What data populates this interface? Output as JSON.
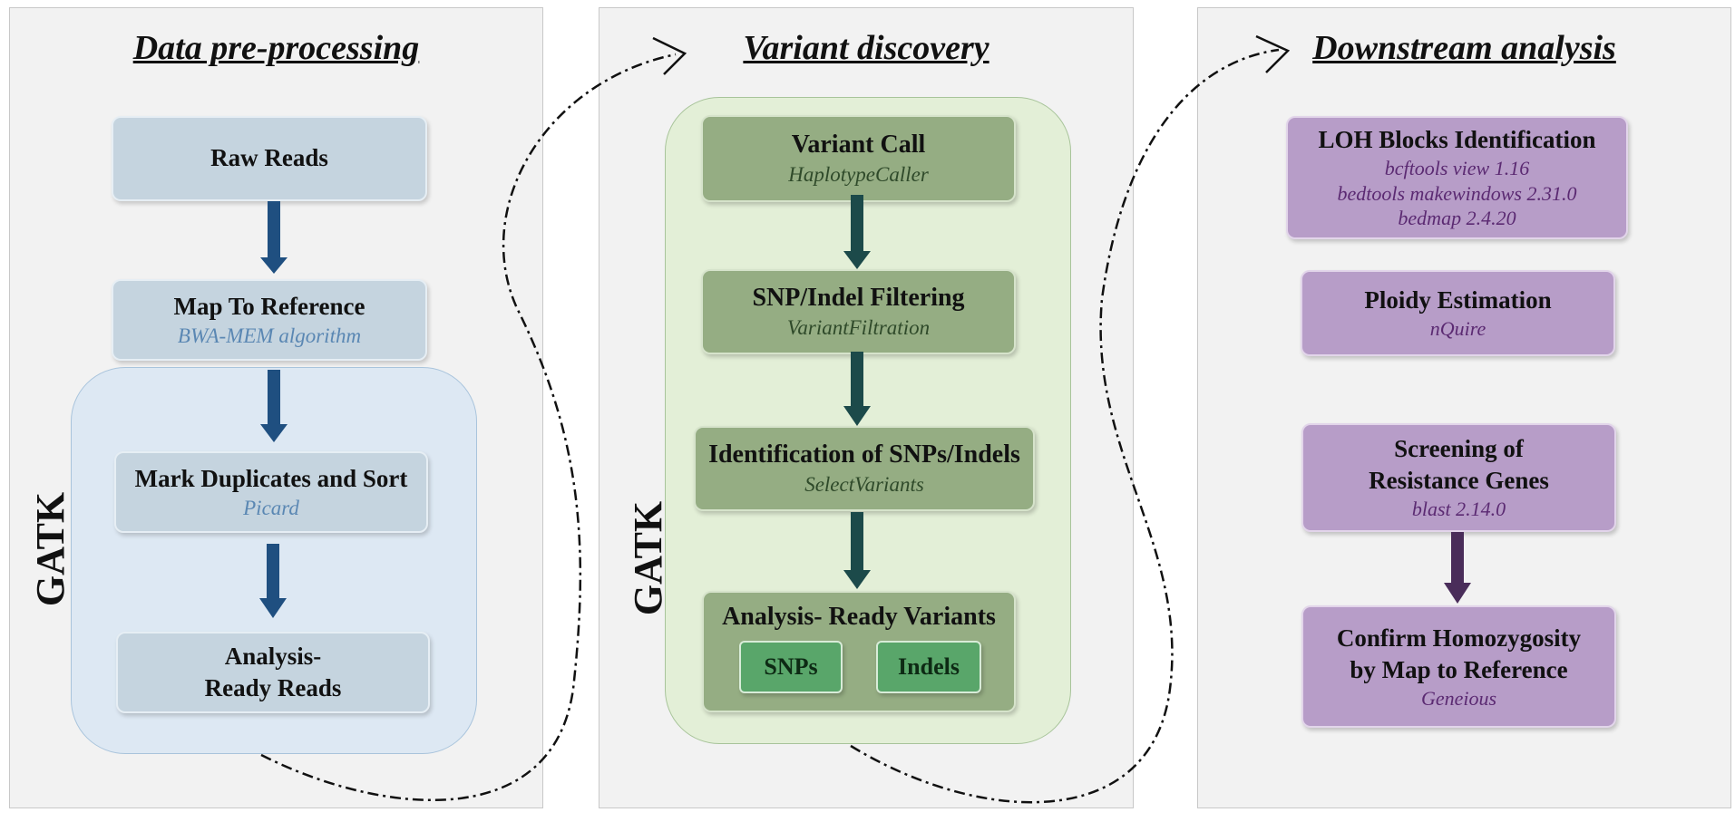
{
  "panels": {
    "preprocessing": {
      "title": "Data pre-processing",
      "gatk_label": "GATK",
      "steps": [
        {
          "title": "Raw Reads",
          "tool": ""
        },
        {
          "title": "Map To Reference",
          "tool": "BWA-MEM algorithm"
        },
        {
          "title": "Mark Duplicates and Sort",
          "tool": "Picard"
        },
        {
          "title_line1": "Analysis-",
          "title_line2": "Ready Reads"
        }
      ]
    },
    "variant": {
      "title": "Variant discovery",
      "gatk_label": "GATK",
      "steps": [
        {
          "title": "Variant Call",
          "tool": "HaplotypeCaller"
        },
        {
          "title": "SNP/Indel Filtering",
          "tool": "VariantFiltration"
        },
        {
          "title": "Identification of SNPs/Indels",
          "tool": "SelectVariants"
        },
        {
          "title": "Analysis- Ready Variants",
          "chips": [
            "SNPs",
            "Indels"
          ]
        }
      ]
    },
    "downstream": {
      "title": "Downstream analysis",
      "steps": [
        {
          "title": "LOH Blocks Identification",
          "tools": [
            "bcftools view 1.16",
            "bedtools makewindows 2.31.0",
            "bedmap 2.4.20"
          ]
        },
        {
          "title": "Ploidy Estimation",
          "tool": "nQuire"
        },
        {
          "title_line1": "Screening of",
          "title_line2": "Resistance Genes",
          "tool": "blast 2.14.0"
        },
        {
          "title_line1": "Confirm Homozygosity",
          "title_line2": "by Map to Reference",
          "tool": "Geneious"
        }
      ]
    }
  },
  "colors": {
    "pre_box": "#c5d4df",
    "pre_region": "#dde8f3",
    "pre_arrow": "#1f4f80",
    "var_box": "#95ad83",
    "var_region": "#e3efd7",
    "var_arrow": "#1c4a4a",
    "down_box": "#b79dc8",
    "down_arrow": "#4a2d5a"
  }
}
